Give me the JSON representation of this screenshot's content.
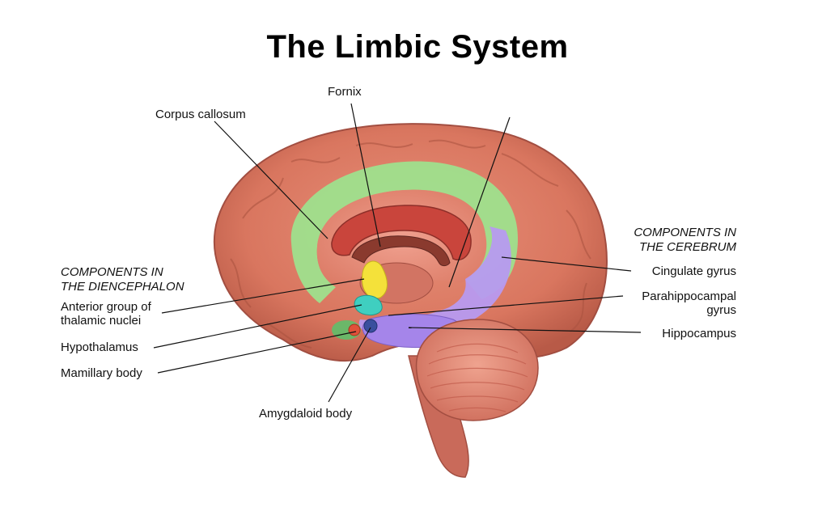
{
  "title": "The Limbic System",
  "sections": {
    "diencephalon": [
      "COMPONENTS IN",
      "THE DIENCEPHALON"
    ],
    "cerebrum": [
      "COMPONENTS IN",
      "THE CEREBRUM"
    ]
  },
  "labels": {
    "fornix": "Fornix",
    "corpus_callosum": "Corpus callosum",
    "anterior_thalamic": [
      "Anterior group of",
      "thalamic nuclei"
    ],
    "hypothalamus": "Hypothalamus",
    "mamillary_body": "Mamillary body",
    "amygdaloid_body": "Amygdaloid body",
    "cingulate_gyrus": "Cingulate gyrus",
    "parahippocampal_gyrus": [
      "Parahippocampal",
      "gyrus"
    ],
    "hippocampus": "Hippocampus"
  },
  "colors": {
    "cortex": "#d9765f",
    "cingulate": "#9be58f",
    "parahippocampal": "#b79af0",
    "thalamic_nuclei": "#f4e13a",
    "hypothalamus": "#3fcfc0",
    "mamillary": "#e0503a",
    "amygdala": "#3a4f9e",
    "corpus_callosum": "#c9453c",
    "fornix": "#8a3a2e"
  }
}
